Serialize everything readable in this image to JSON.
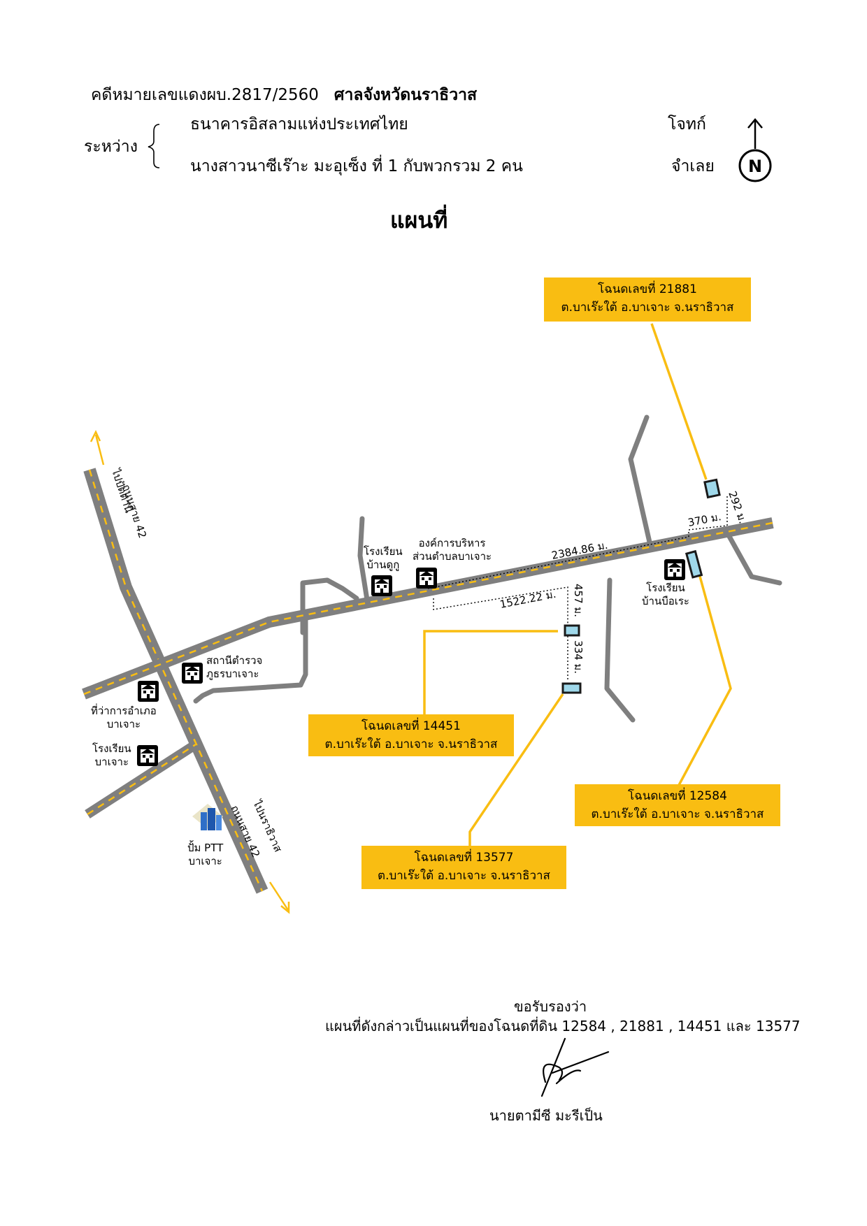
{
  "header": {
    "case_line": "คดีหมายเลขแดงผบ.2817/2560",
    "court": "ศาลจังหวัดนราธิวาส",
    "between_label": "ระหว่าง",
    "plaintiff": "ธนาคารอิสลามแห่งประเทศไทย",
    "plaintiff_role": "โจทก์",
    "defendant": "นางสาวนาซีเร๊าะ  มะอุเซ็ง ที่ 1 กับพวกรวม  2  คน",
    "defendant_role": "จำเลย",
    "north_letter": "N"
  },
  "title": "แผนที่",
  "deeds": [
    {
      "title": "โฉนดเลขที่ 21881",
      "location": "ต.บาเร๊ะใต้  อ.บาเจาะ  จ.นราธิวาส"
    },
    {
      "title": "โฉนดเลขที่ 14451",
      "location": "ต.บาเร๊ะใต้  อ.บาเจาะ  จ.นราธิวาส"
    },
    {
      "title": "โฉนดเลขที่ 12584",
      "location": "ต.บาเร๊ะใต้  อ.บาเจาะ  จ.นราธิวาส"
    },
    {
      "title": "โฉนดเลขที่ 13577",
      "location": "ต.บาเร๊ะใต้  อ.บาเจาะ  จ.นราธิวาส"
    }
  ],
  "roads": {
    "highway_name": "ถนนสาย 42",
    "to_north": "ไปปัตตานี",
    "to_south": "ไปนราธิวาส"
  },
  "distances": {
    "d1": "2384.86  ม.",
    "d2": "1522.22  ม.",
    "d3": "457 ม.",
    "d4": "334 ม.",
    "d5": "370 ม.",
    "d6": "292 ม."
  },
  "places": {
    "school_dutu_1": "โรงเรียน",
    "school_dutu_2": "บ้านดูกู",
    "sao_1": "องค์การบริหาร",
    "sao_2": "ส่วนตำบลบาเจาะ",
    "school_bue_1": "โรงเรียน",
    "school_bue_2": "บ้านบือเระ",
    "police_1": "สถานีตำรวจ",
    "police_2": "ภูธรบาเจาะ",
    "district_1": "ที่ว่าการอำเภอ",
    "district_2": "บาเจาะ",
    "school_bj_1": "โรงเรียน",
    "school_bj_2": "บาเจาะ",
    "ptt_1": "ปั้ม PTT",
    "ptt_2": "บาเจาะ"
  },
  "certification": {
    "line1": "ขอรับรองว่า",
    "line2": "แผนที่ดังกล่าวเป็นแผนที่ของโฉนดที่ดิน 12584 , 21881 , 14451 และ 13577",
    "signer": "นายตามีซี     มะรีเป็น"
  },
  "colors": {
    "road": "#7f7f7f",
    "road_stripe": "#f9bd12",
    "deed_box": "#f9bd12",
    "plot_fill": "#9fd8ea"
  },
  "icons": [
    "building-icon",
    "ptt-station-icon",
    "north-arrow-icon",
    "signature"
  ]
}
